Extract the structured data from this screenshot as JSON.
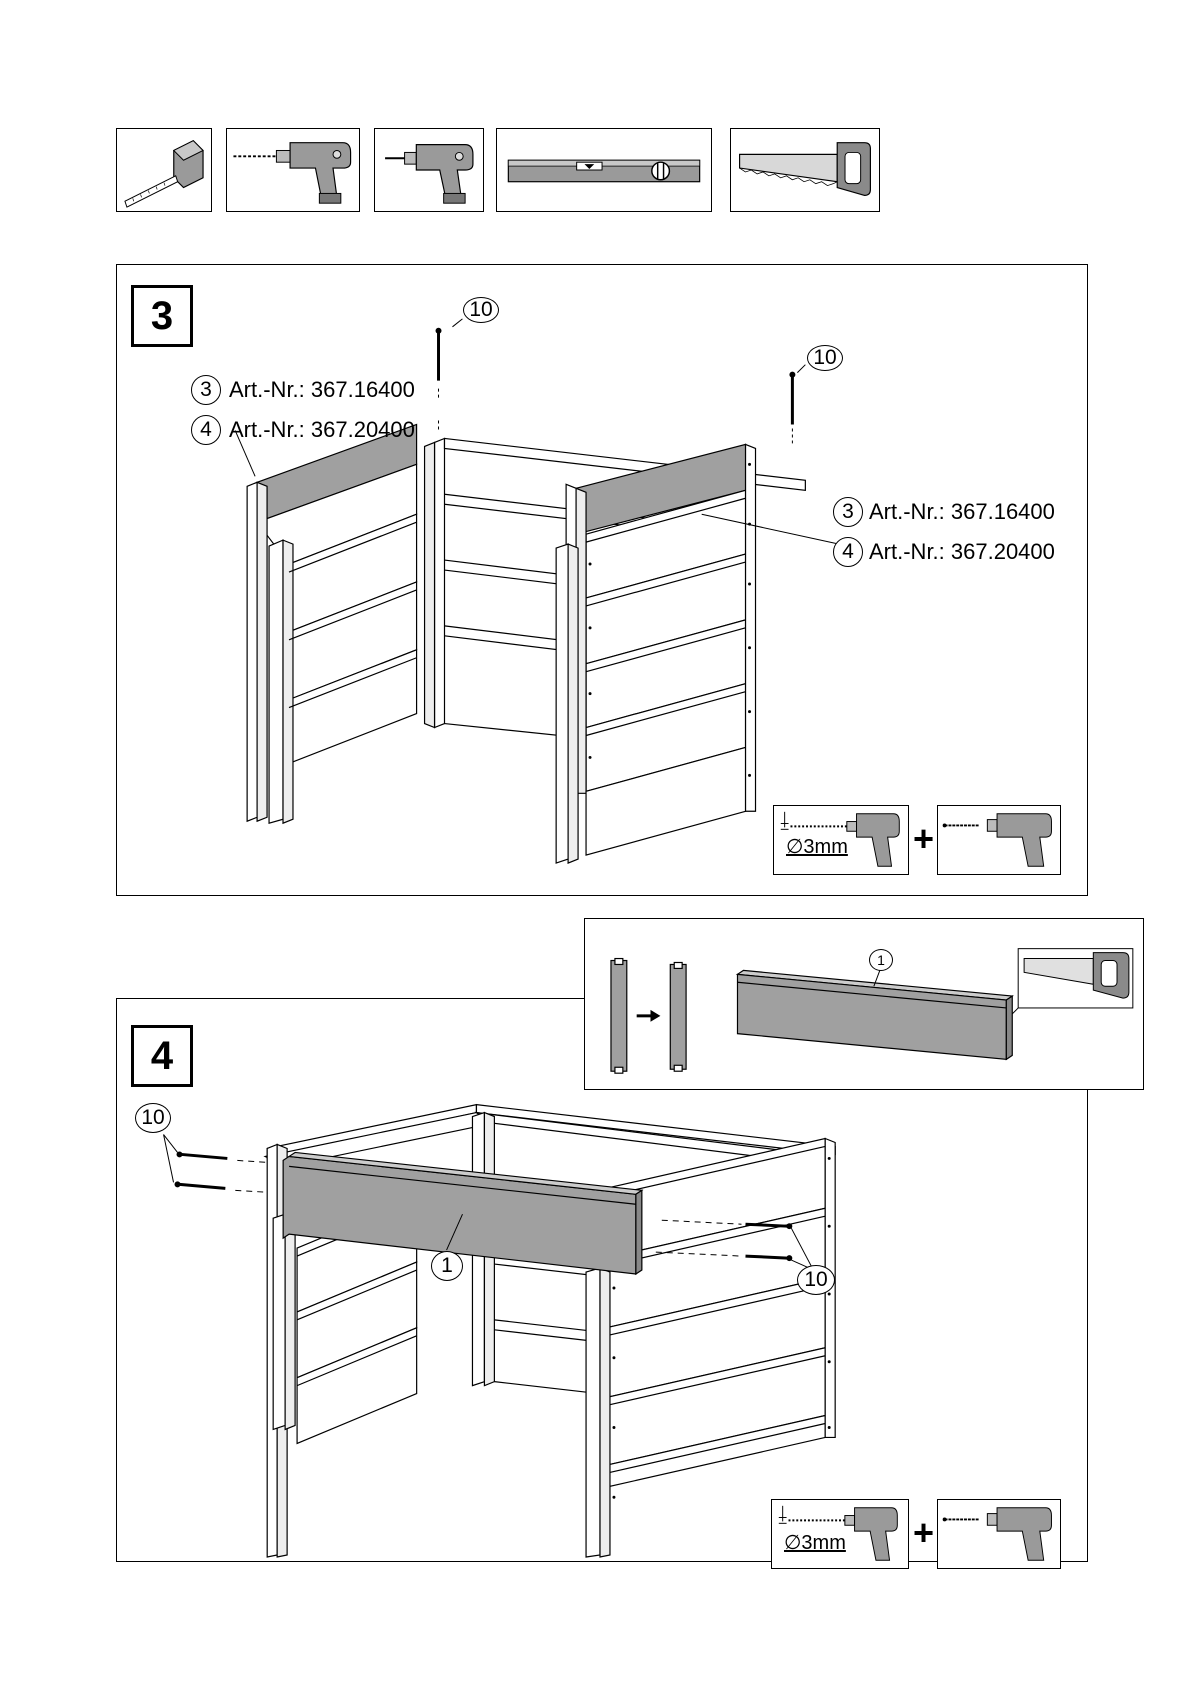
{
  "tools": [
    {
      "name": "tape-measure-icon"
    },
    {
      "name": "drill-icon"
    },
    {
      "name": "screwdriver-drill-icon"
    },
    {
      "name": "spirit-level-icon"
    },
    {
      "name": "hand-saw-icon"
    }
  ],
  "step3": {
    "number": "3",
    "screw_ref": "10",
    "labels": [
      {
        "ref": "3",
        "text": "Art.-Nr.: 367.16400"
      },
      {
        "ref": "4",
        "text": "Art.-Nr.: 367.20400"
      }
    ],
    "drill_size": "∅3mm",
    "plus": "+"
  },
  "step4": {
    "number": "4",
    "screw_ref": "10",
    "board_ref": "1",
    "inset_board_ref": "1",
    "drill_size": "∅3mm",
    "plus": "+"
  },
  "colors": {
    "board_gray": "#a0a0a0",
    "panel_white": "#ffffff",
    "line": "#000000"
  }
}
